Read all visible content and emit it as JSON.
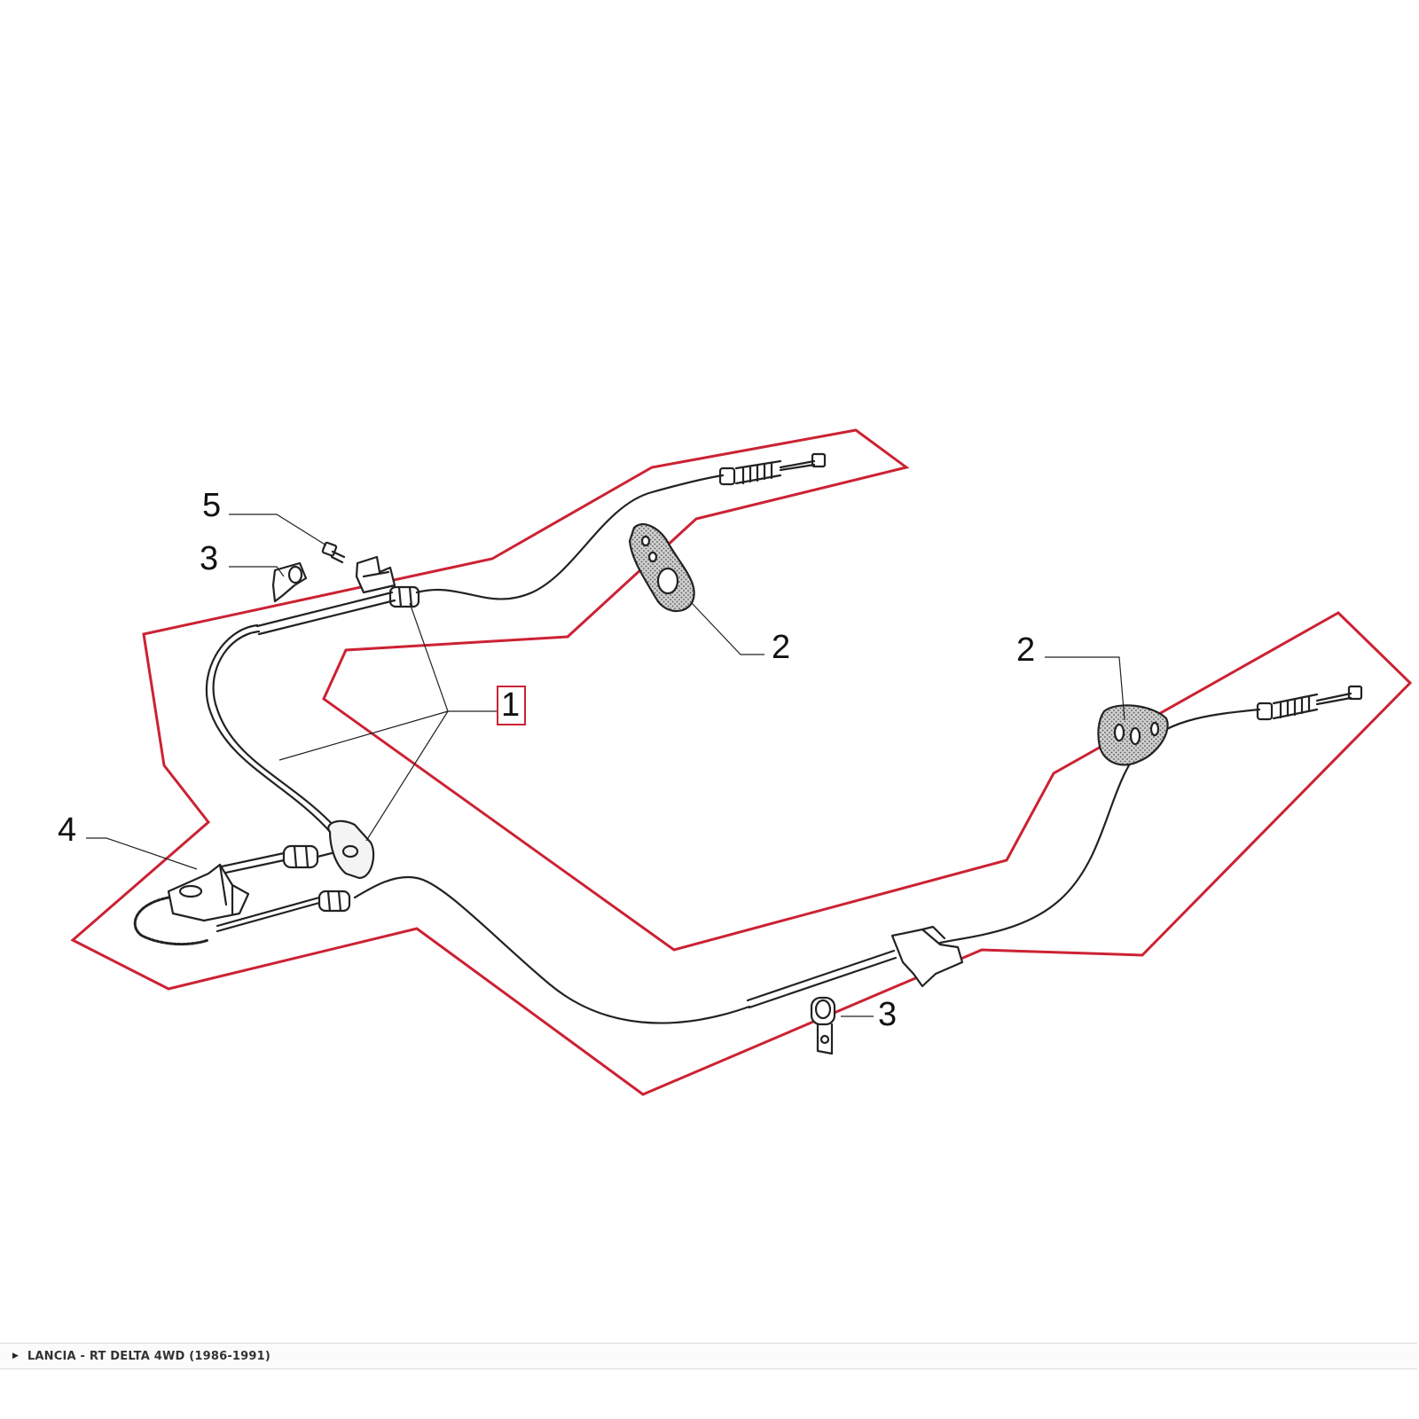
{
  "diagram": {
    "callouts": {
      "c1": "1",
      "c2a": "2",
      "c2b": "2",
      "c3a": "3",
      "c3b": "3",
      "c4": "4",
      "c5": "5"
    },
    "highlight_color": "#cc2233",
    "line_color": "#222222"
  },
  "footer": {
    "breadcrumb": "LANCIA - RT DELTA 4WD (1986-1991)",
    "caret_icon": "caret-right-icon"
  }
}
